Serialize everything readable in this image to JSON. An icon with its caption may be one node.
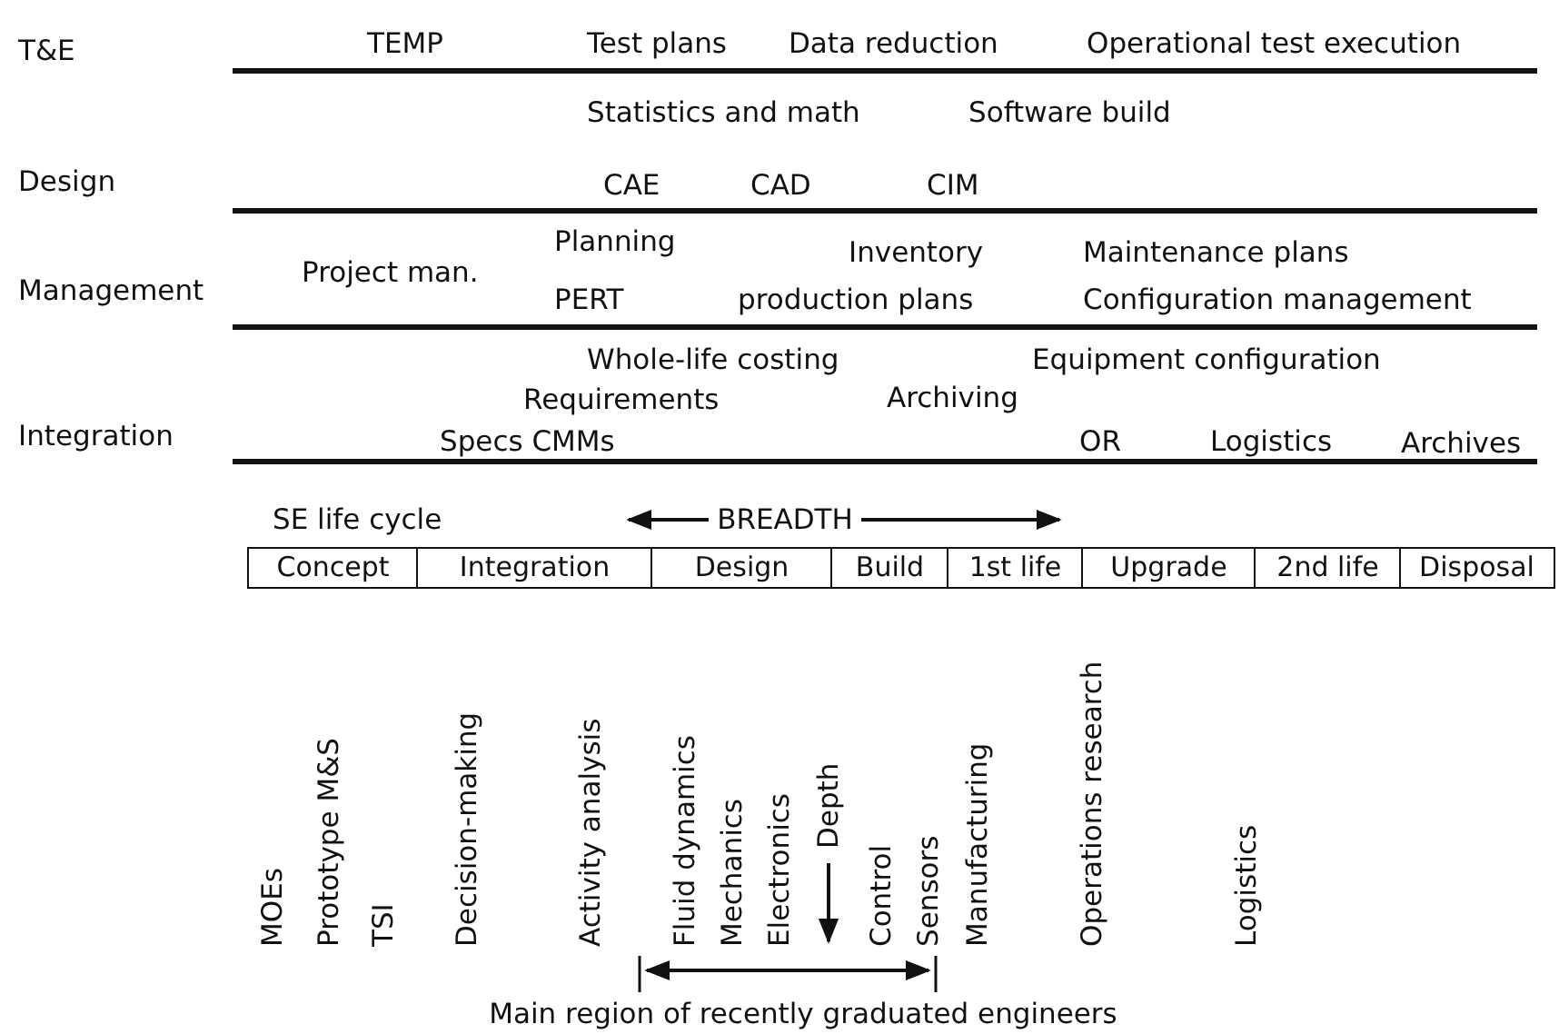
{
  "diagram": {
    "nodes": [
      {
        "text": [
          "Concept"
        ]
      },
      {
        "text": [
          "Integration"
        ]
      },
      {
        "text": [
          "Design"
        ]
      },
      {
        "text": [
          "Build"
        ]
      },
      {
        "text": [
          "1st life"
        ]
      },
      {
        "text": [
          "Upgrade"
        ]
      },
      {
        "text": [
          "2nd life"
        ]
      },
      {
        "text": [
          "Disposal"
        ]
      }
    ],
    "labels": [
      "T&E",
      "TEMP",
      "Test plans",
      "Data reduction",
      "Operational test execution",
      "Statistics and math",
      "Software build",
      "Design",
      "CAE",
      "CAD",
      "CIM",
      "Planning",
      "Inventory",
      "Maintenance plans",
      "Management",
      "Project man.",
      "PERT",
      "production plans",
      "Configuration management",
      "Whole-life costing",
      "Equipment configuration",
      "Requirements",
      "Archiving",
      "Integration",
      "Specs CMMs",
      "OR",
      "Logistics",
      "Archives",
      "SE life cycle",
      "BREADTH",
      "MOEs",
      "Prototype M&S",
      "TSI",
      "Decision-making",
      "Activity analysis",
      "Fluid dynamics",
      "Mechanics",
      "Electronics",
      "Depth",
      "Control",
      "Sensors",
      "Manufacturing",
      "Operations research",
      "Logistics",
      "Main region of recently graduated engineers"
    ]
  }
}
